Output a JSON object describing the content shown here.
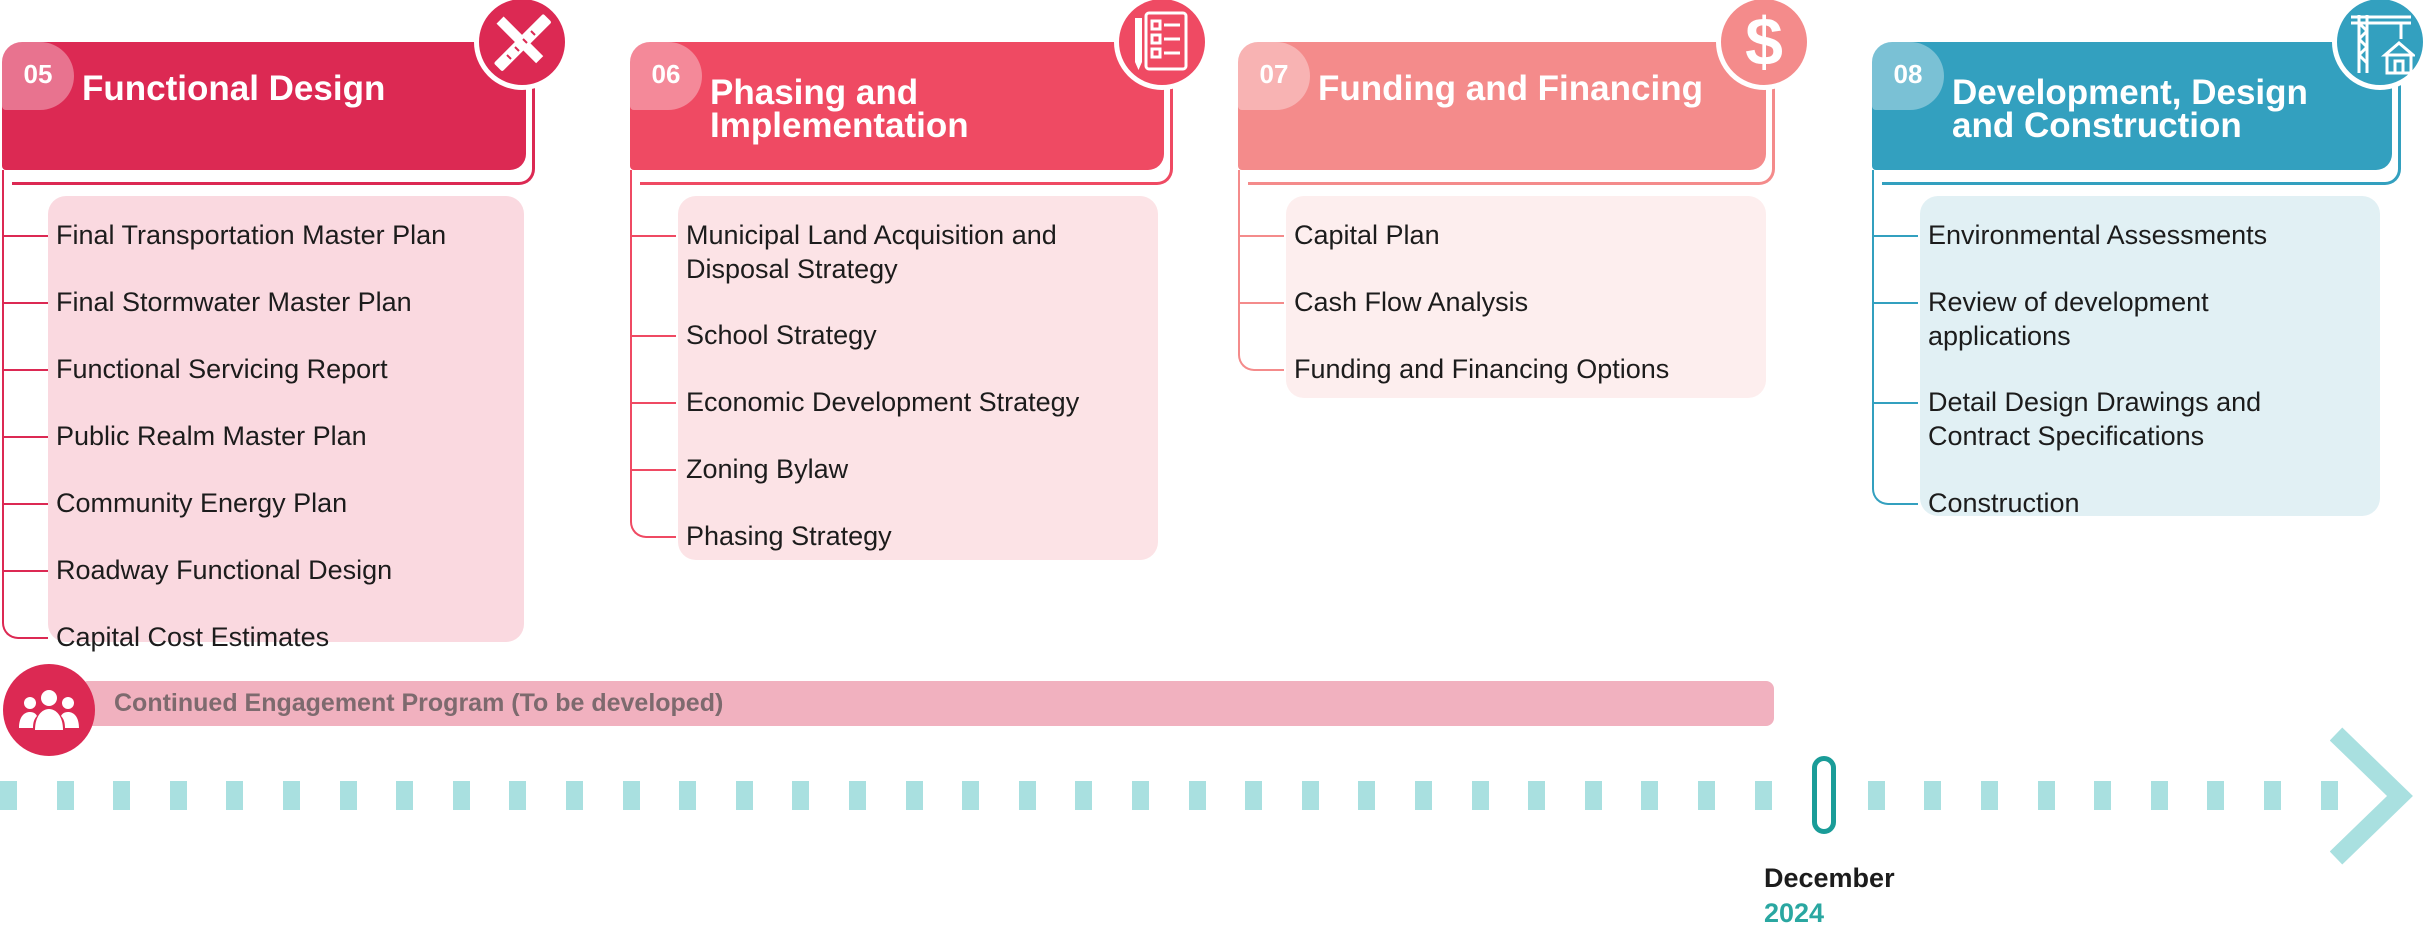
{
  "phases": [
    {
      "number": "05",
      "title": "Functional Design",
      "icon": "pencil-ruler-icon",
      "color": "#dc2953",
      "panel_color": "#fad9e0",
      "items": [
        "Final Transportation Master Plan",
        "Final Stormwater Master Plan",
        "Functional Servicing Report",
        "Public Realm Master Plan",
        "Community Energy Plan",
        "Roadway Functional Design",
        "Capital Cost Estimates"
      ]
    },
    {
      "number": "06",
      "title": "Phasing and\nImplementation",
      "icon": "checklist-icon",
      "color": "#ef4a63",
      "panel_color": "#fce3e6",
      "items": [
        "Municipal Land Acquisition and\nDisposal Strategy",
        "School Strategy",
        "Economic Development Strategy",
        "Zoning Bylaw",
        "Phasing Strategy"
      ]
    },
    {
      "number": "07",
      "title": "Funding and Financing",
      "icon": "dollar-icon",
      "color": "#f48b8b",
      "panel_color": "#fdeeee",
      "items": [
        "Capital Plan",
        "Cash Flow Analysis",
        "Funding and Financing Options"
      ]
    },
    {
      "number": "08",
      "title": "Development, Design\nand Construction",
      "icon": "construction-crane-icon",
      "color": "#33a0bf",
      "panel_color": "#e1f0f4",
      "items": [
        "Environmental Assessments",
        "Review of development\napplications",
        "Detail Design Drawings and\nContract Specifications",
        "Construction"
      ]
    }
  ],
  "engagement": {
    "label": "Continued Engagement Program (To be developed)",
    "icon": "people-group-icon"
  },
  "timeline": {
    "marker_month": "December",
    "marker_year": "2024",
    "dash_color": "#a9e0e0",
    "marker_color": "#1a9c98"
  }
}
